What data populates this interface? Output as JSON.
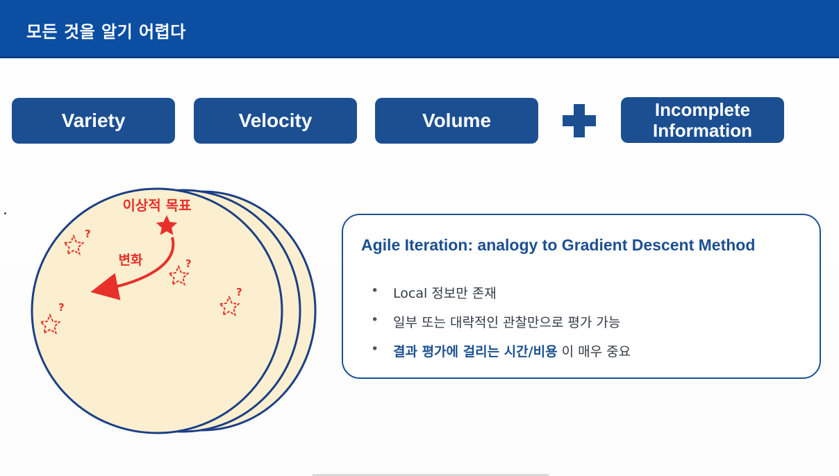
{
  "header": {
    "title": "모든 것을 알기 어렵다"
  },
  "concepts": [
    {
      "label": "Variety"
    },
    {
      "label": "Velocity"
    },
    {
      "label": "Volume"
    }
  ],
  "extra_concept": {
    "line1": "Incomplete",
    "line2": "Information"
  },
  "diagram": {
    "goal_label": "이상적 목표",
    "change_label": "변화",
    "question_mark": "?",
    "colors": {
      "fill": "#fbefcf",
      "stroke": "#1b3f86",
      "accent": "#e8302b"
    }
  },
  "info": {
    "title": "Agile Iteration: analogy to Gradient Descent Method",
    "bullet_glyph": "•",
    "bullets": [
      {
        "text": "Local 정보만 존재"
      },
      {
        "text": "일부 또는 대략적인 관찰만으로 평가 가능"
      },
      {
        "strong": "결과 평가에 걸리는 시간/비용",
        "tail": " 이 매우 중요"
      }
    ]
  }
}
